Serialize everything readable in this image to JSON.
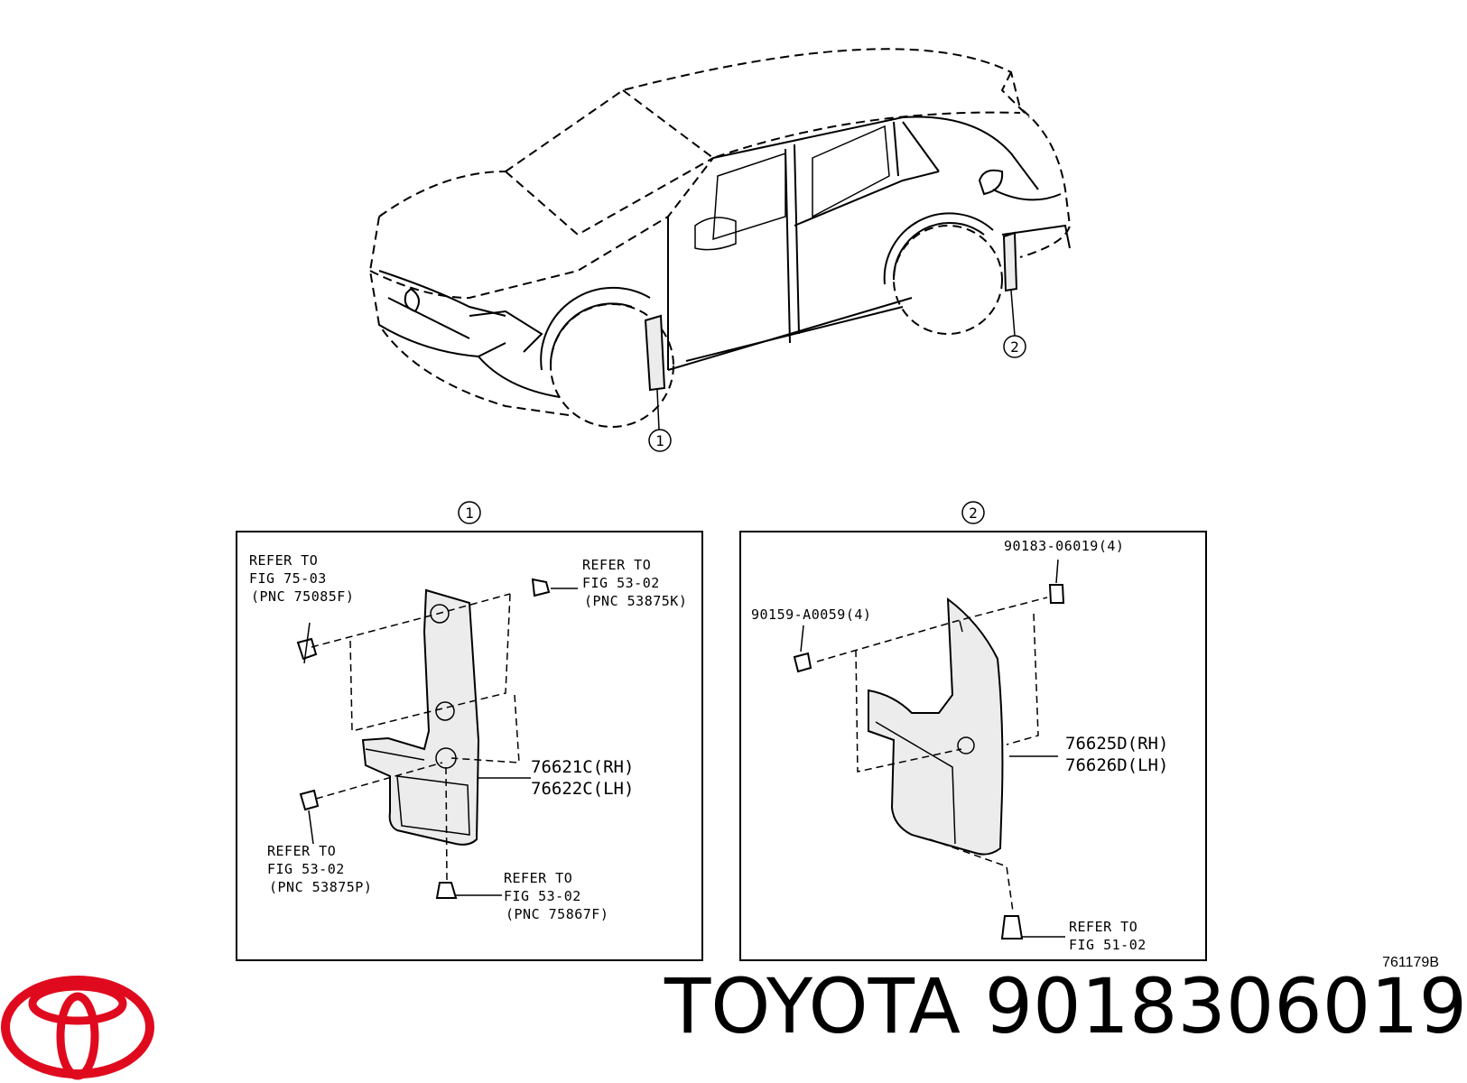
{
  "vehicle_callouts": {
    "front": "1",
    "rear": "2"
  },
  "panel1": {
    "marker": "1",
    "refer_top_left": {
      "line1": "REFER TO",
      "line2": "FIG 75-03",
      "pnc": "(PNC 75085F)"
    },
    "refer_top_right": {
      "line1": "REFER TO",
      "line2": "FIG 53-02",
      "pnc": "(PNC 53875K)"
    },
    "part_rh": "76621C(RH)",
    "part_lh": "76622C(LH)",
    "refer_bottom_left": {
      "line1": "REFER TO",
      "line2": "FIG 53-02",
      "pnc": "(PNC 53875P)"
    },
    "refer_bottom_right": {
      "line1": "REFER TO",
      "line2": "FIG 53-02",
      "pnc": "(PNC 75867F)"
    }
  },
  "panel2": {
    "marker": "2",
    "clip_part": "90183-06019(4)",
    "screw_part": "90159-A0059(4)",
    "part_rh": "76625D(RH)",
    "part_lh": "76626D(LH)",
    "refer_bottom": {
      "line1": "REFER TO",
      "line2": "FIG 51-02"
    }
  },
  "illustration_code": "761179B",
  "footer": {
    "brand": "TOYOTA",
    "part_number": "9018306019"
  },
  "colors": {
    "logo_red": "#e00a1e",
    "line": "#000000"
  }
}
